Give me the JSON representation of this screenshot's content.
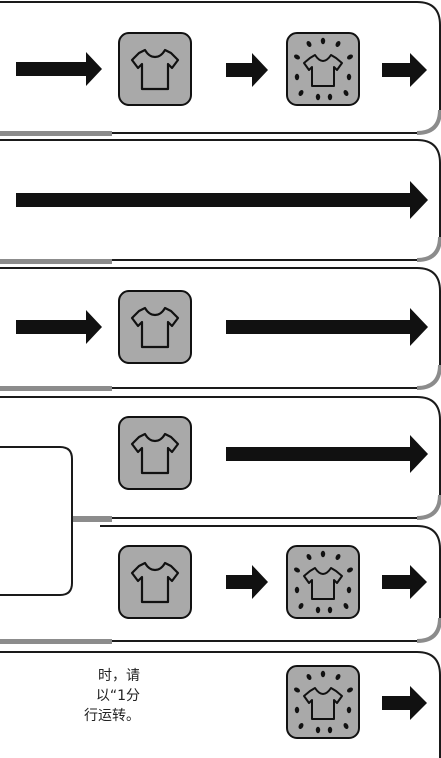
{
  "colors": {
    "panel_stroke": "#1a1a1a",
    "panel_fill": "#ffffff",
    "panel_shadow": "#8c8c8c",
    "icon_fill": "#a9a9a9",
    "ink": "#111111"
  },
  "rows": [
    {
      "items": [
        "long-arrow",
        "shirt-icon",
        "short-arrow",
        "wet-shirt-icon",
        "short-arrow"
      ]
    },
    {
      "items": [
        "full-arrow"
      ]
    },
    {
      "items": [
        "long-arrow",
        "shirt-icon",
        "wide-arrow"
      ]
    },
    {
      "items": [
        "shirt-icon",
        "wide-arrow"
      ]
    },
    {
      "items": [
        "shirt-icon",
        "short-arrow",
        "wet-shirt-icon",
        "short-arrow"
      ]
    },
    {
      "items": [
        "wet-shirt-icon",
        "short-arrow"
      ]
    }
  ],
  "note": {
    "lines": [
      "时，请",
      "以“1分",
      "行运转。"
    ]
  }
}
